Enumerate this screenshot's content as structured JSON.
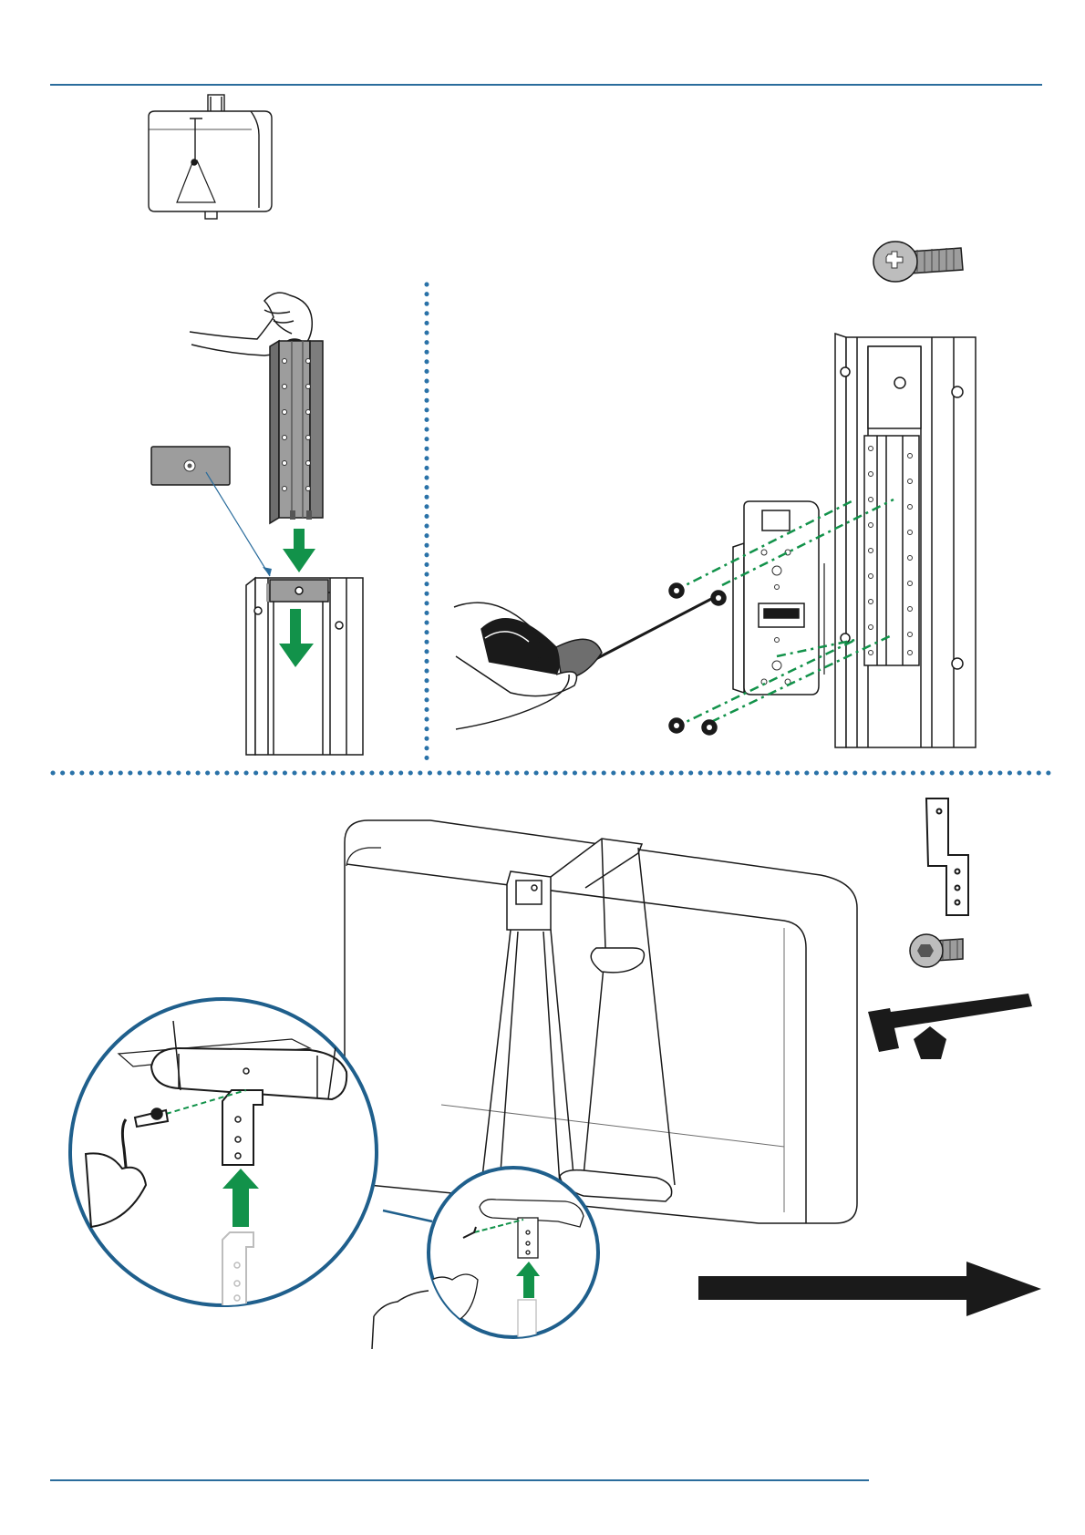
{
  "page": {
    "type": "assembly-instructions",
    "text_content": [],
    "colors": {
      "rule_blue": "#2a6c9c",
      "dotted_divider": "#2a72a8",
      "arrow_green": "#12924a",
      "line_black": "#1a1a1a",
      "metal_grey": "#9d9d9d",
      "ghost_grey": "#bdbdbd",
      "next_arrow": "#1a1a1a"
    }
  },
  "steps": [
    {
      "id": "overview",
      "icon": "cabinet-on-pole-icon"
    },
    {
      "id": "insert-rail",
      "icons": [
        "hand-icon",
        "mounting-rail-icon",
        "spacer-plate-icon",
        "pole-icon",
        "down-arrow-icon"
      ]
    },
    {
      "id": "screw-bracket",
      "icons": [
        "phillips-screw-icon",
        "hand-screwdriver-icon",
        "wall-bracket-icon",
        "pole-icon"
      ]
    },
    {
      "id": "attach-hanger",
      "icons": [
        "cabinet-icon",
        "hanger-icon",
        "l-bracket-icon",
        "hex-bolt-icon",
        "allen-key-icon",
        "pentagon-icon",
        "detail-circle-icon",
        "up-arrow-icon"
      ]
    }
  ],
  "navigation": {
    "next_arrow_icon": "right-arrow-icon"
  }
}
